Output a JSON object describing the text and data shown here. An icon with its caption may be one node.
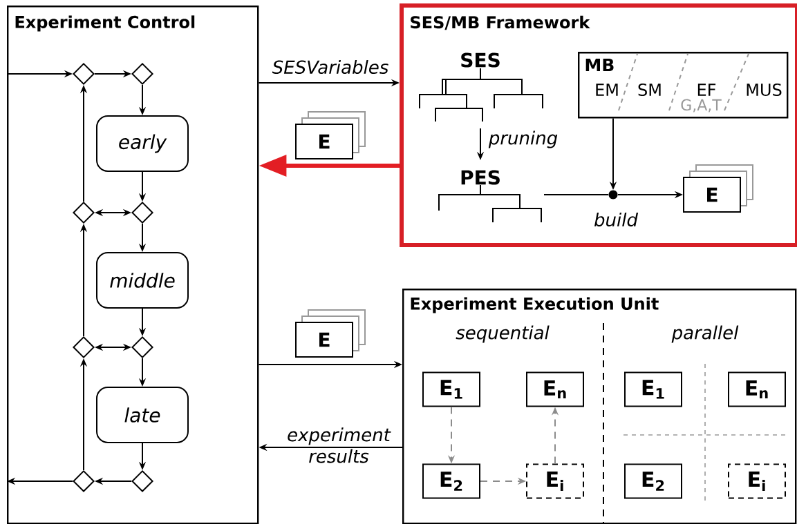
{
  "diagram": {
    "nodes": [
      {
        "text": [
          "Experiment Control"
        ]
      },
      {
        "text": [],
        "shape": "diamond",
        "in": 0
      },
      {
        "text": [],
        "shape": "diamond",
        "in": 0
      },
      {
        "text": [
          "early"
        ],
        "in": 0
      },
      {
        "text": [],
        "shape": "diamond",
        "in": 0
      },
      {
        "text": [],
        "shape": "diamond",
        "in": 0
      },
      {
        "text": [
          "middle"
        ],
        "in": 0
      },
      {
        "text": [],
        "shape": "diamond",
        "in": 0
      },
      {
        "text": [],
        "shape": "diamond",
        "in": 0
      },
      {
        "text": [
          "late"
        ],
        "in": 0
      },
      {
        "text": [],
        "shape": "diamond",
        "in": 0
      },
      {
        "text": [],
        "shape": "diamond",
        "in": 0
      },
      {
        "text": [
          "SES/MB Framework"
        ]
      },
      {
        "text": [
          "SES"
        ],
        "in": 12
      },
      {
        "text": [
          "PES"
        ],
        "in": 12
      },
      {
        "text": [
          "MB",
          "EM",
          "SM",
          "EF",
          "MUS",
          "G,A,T"
        ],
        "in": 12
      },
      {
        "text": [],
        "shape": "circle",
        "in": 12
      },
      {
        "text": [
          "E"
        ],
        "in": 12
      },
      {
        "text": [
          "E"
        ]
      },
      {
        "text": [
          "E"
        ]
      },
      {
        "text": [
          "Experiment Execution Unit",
          "sequential",
          "parallel"
        ]
      },
      {
        "text": [
          "**E**$_{1}$"
        ],
        "in": 20
      },
      {
        "text": [
          "**E**$_{n}$"
        ],
        "in": 20
      },
      {
        "text": [
          "**E**$_{2}$"
        ],
        "in": 20
      },
      {
        "text": [
          "**E**$_{i}$"
        ],
        "in": 20
      },
      {
        "text": [
          "**E**$_{1}$"
        ],
        "in": 20
      },
      {
        "text": [
          "**E**$_{n}$"
        ],
        "in": 20
      },
      {
        "text": [
          "**E**$_{2}$"
        ],
        "in": 20
      },
      {
        "text": [
          "**E**$_{i}$"
        ],
        "in": 20
      }
    ],
    "edges": [
      {
        "from": null,
        "to": 1,
        "arrow": "to"
      },
      {
        "from": 1,
        "to": 2,
        "arrow": "to"
      },
      {
        "from": 2,
        "to": 3,
        "arrow": "to"
      },
      {
        "from": 3,
        "to": 5,
        "arrow": "to"
      },
      {
        "from": 5,
        "to": 4,
        "arrow": "both"
      },
      {
        "from": 4,
        "to": 1,
        "arrow": "to"
      },
      {
        "from": 5,
        "to": 6,
        "arrow": "to"
      },
      {
        "from": 6,
        "to": 8,
        "arrow": "to"
      },
      {
        "from": 8,
        "to": 7,
        "arrow": "both"
      },
      {
        "from": 7,
        "to": 4,
        "arrow": "to"
      },
      {
        "from": 8,
        "to": 9,
        "arrow": "to"
      },
      {
        "from": 9,
        "to": 11,
        "arrow": "to"
      },
      {
        "from": 11,
        "to": 10,
        "arrow": "to"
      },
      {
        "from": 10,
        "to": 7,
        "arrow": "to"
      },
      {
        "from": 10,
        "to": null,
        "arrow": "to"
      },
      {
        "from": 0,
        "to": 12,
        "arrow": "to",
        "label": "SESVariables"
      },
      {
        "from": 12,
        "to": 0,
        "arrow": "to",
        "style": "thick",
        "color": "#e31e24"
      },
      {
        "from": 13,
        "to": 14,
        "arrow": "to",
        "label": "pruning"
      },
      {
        "from": 14,
        "to": 16,
        "arrow": "none"
      },
      {
        "from": 15,
        "to": 16,
        "arrow": "to"
      },
      {
        "from": 16,
        "to": 17,
        "arrow": "to",
        "label": "build"
      },
      {
        "from": 0,
        "to": 20,
        "arrow": "to"
      },
      {
        "from": 20,
        "to": 0,
        "arrow": "to",
        "label": "experiment results"
      },
      {
        "from": 21,
        "to": 23,
        "arrow": "to",
        "style": "dashed",
        "color": "#8c8c8c"
      },
      {
        "from": 23,
        "to": 24,
        "arrow": "to",
        "style": "dashed",
        "color": "#8c8c8c"
      },
      {
        "from": 24,
        "to": 22,
        "arrow": "to",
        "style": "dashed",
        "color": "#8c8c8c"
      }
    ]
  }
}
